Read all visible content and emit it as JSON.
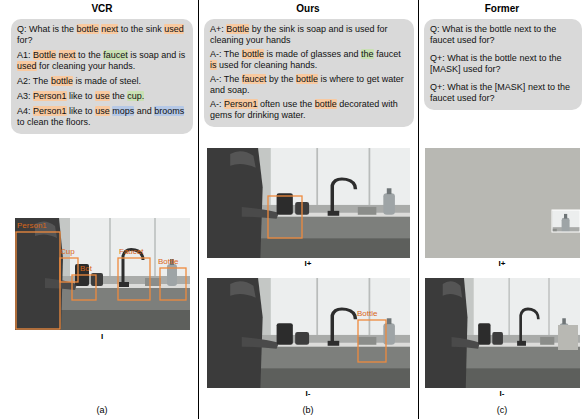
{
  "diagram": {
    "nodes": [
      {
        "text": [
          "Q: What is the bottle next to the sink used for?",
          "A1: Bottle next to the faucet is soap and is used for cleaning your hands.",
          "A2: The bottle is made of steel.",
          "A3: Person1 like to use the cup.",
          "A4: Person1 like to use mops and brooms to clean the floors."
        ]
      },
      {
        "text": [
          "A+: Bottle by the sink is soap and is used for cleaning your hands",
          "A-: The bottle is made of glasses and the faucet is used for cleaning hands.",
          "A-: The faucet by the bottle is where to get water and soap.",
          "A-: Person1 often use the bottle decorated with gems for drinking water."
        ]
      },
      {
        "text": [
          "Q: What is the bottle next to the faucet used for?",
          "Q+: What is the bottle next to the [MASK] used for?",
          "Q+: What is the [MASK] next to the faucet used for?"
        ]
      }
    ],
    "labels": [
      "VCR",
      "Ours",
      "Former",
      "Person1",
      "Cup",
      "Bot",
      "Faucet",
      "Bottle",
      "I",
      "Bottle",
      "I+",
      "I-",
      "I+",
      "I-",
      "(a)",
      "(b)",
      "(c)"
    ]
  }
}
